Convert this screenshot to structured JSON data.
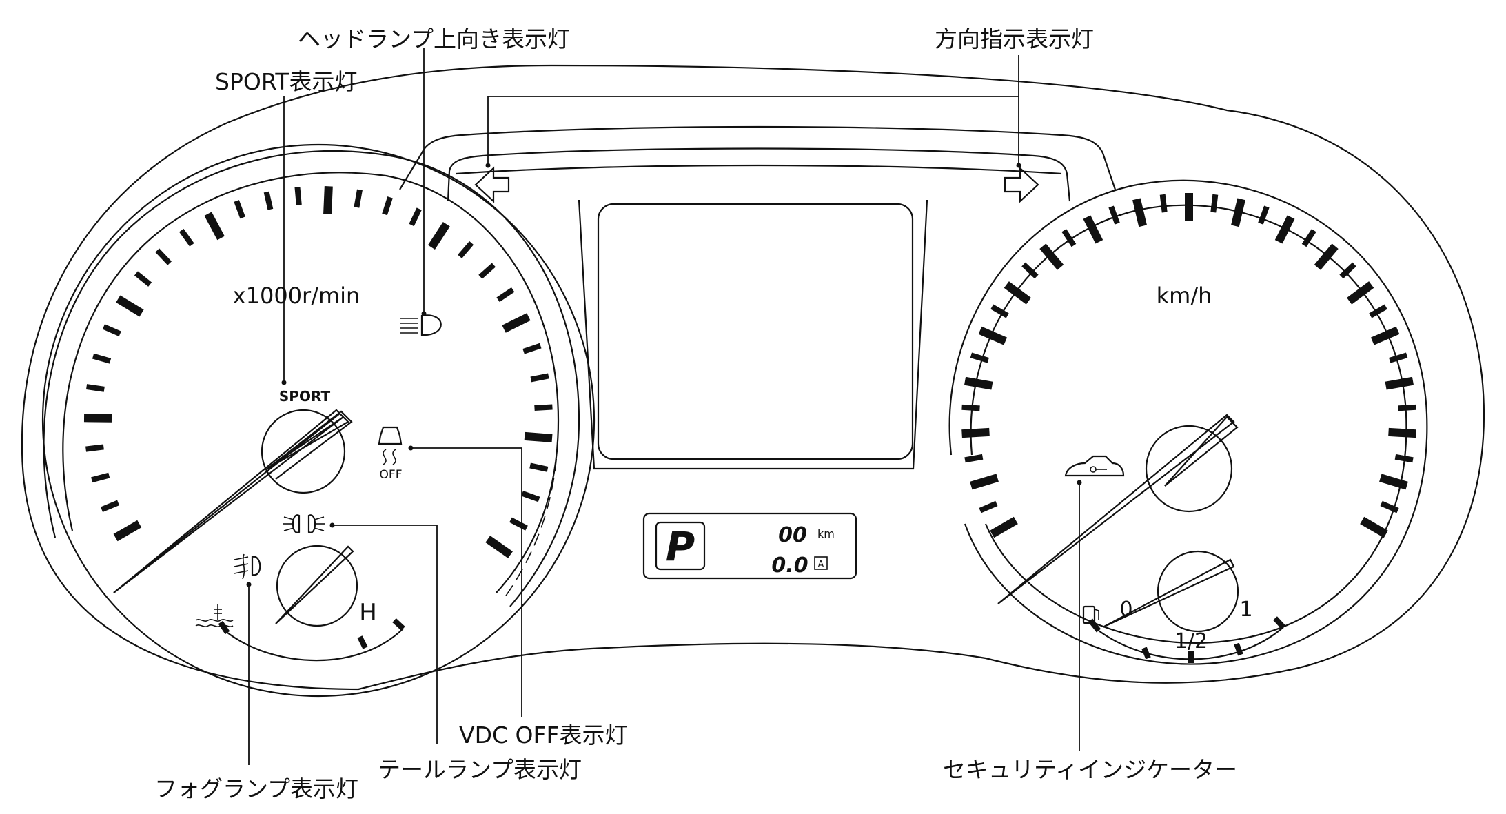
{
  "callouts": {
    "high_beam": "ヘッドランプ上向き表示灯",
    "turn_signal": "方向指示表示灯",
    "sport": "SPORT表示灯",
    "vdc_off": "VDC OFF表示灯",
    "tail_lamp": "テールランプ表示灯",
    "fog_lamp": "フォグランプ表示灯",
    "security": "セキュリティインジケーター"
  },
  "gauges": {
    "tach_unit": "x1000r/min",
    "speed_unit": "km/h",
    "sport_mark": "SPORT",
    "vdc_off_mark": "OFF",
    "temp_hot": "H",
    "fuel_empty": "0",
    "fuel_half": "1/2",
    "fuel_full": "1"
  },
  "display": {
    "gear": "P",
    "odo_value": "00",
    "odo_unit": "km",
    "trip_value": "0.0",
    "trip_mark": "A"
  }
}
